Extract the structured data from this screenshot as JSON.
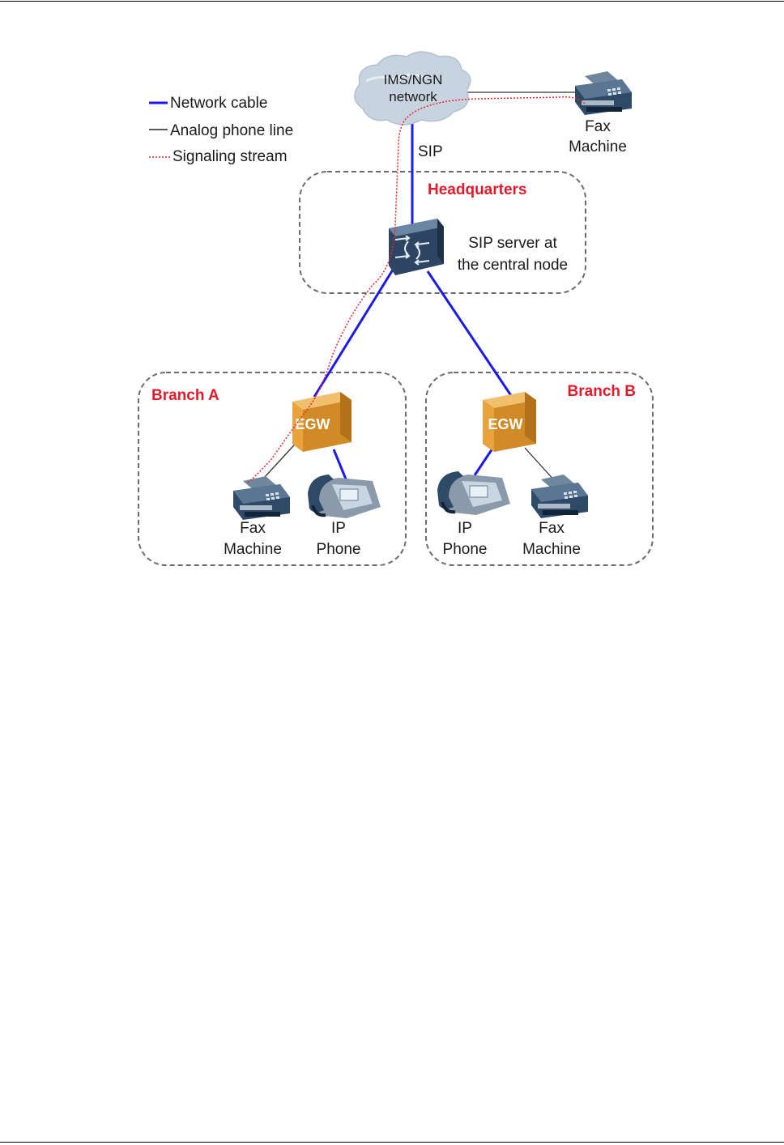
{
  "colors": {
    "network_cable": "#1a1aee",
    "analog_line": "#222222",
    "signaling": "#e8262b",
    "region_title": "#e11b2b",
    "egw": "#e8a33c",
    "switch": "#3e5a79",
    "cloud": "#c7d3df"
  },
  "legend": {
    "network_cable": "Network cable",
    "analog_phone_line": "Analog phone line",
    "signaling_stream": "Signaling stream"
  },
  "cloud": {
    "line1": "IMS/NGN",
    "line2": "network"
  },
  "sip_label": "SIP",
  "remote_fax": {
    "line1": "Fax",
    "line2": "Machine"
  },
  "headquarters": {
    "title": "Headquarters",
    "server_line1": "SIP server at",
    "server_line2": "the central node"
  },
  "branch_a": {
    "title": "Branch A",
    "egw": "EGW",
    "fax": {
      "line1": "Fax",
      "line2": "Machine"
    },
    "phone": {
      "line1": "IP",
      "line2": "Phone"
    }
  },
  "branch_b": {
    "title": "Branch B",
    "egw": "EGW",
    "phone": {
      "line1": "IP",
      "line2": "Phone"
    },
    "fax": {
      "line1": "Fax",
      "line2": "Machine"
    }
  }
}
